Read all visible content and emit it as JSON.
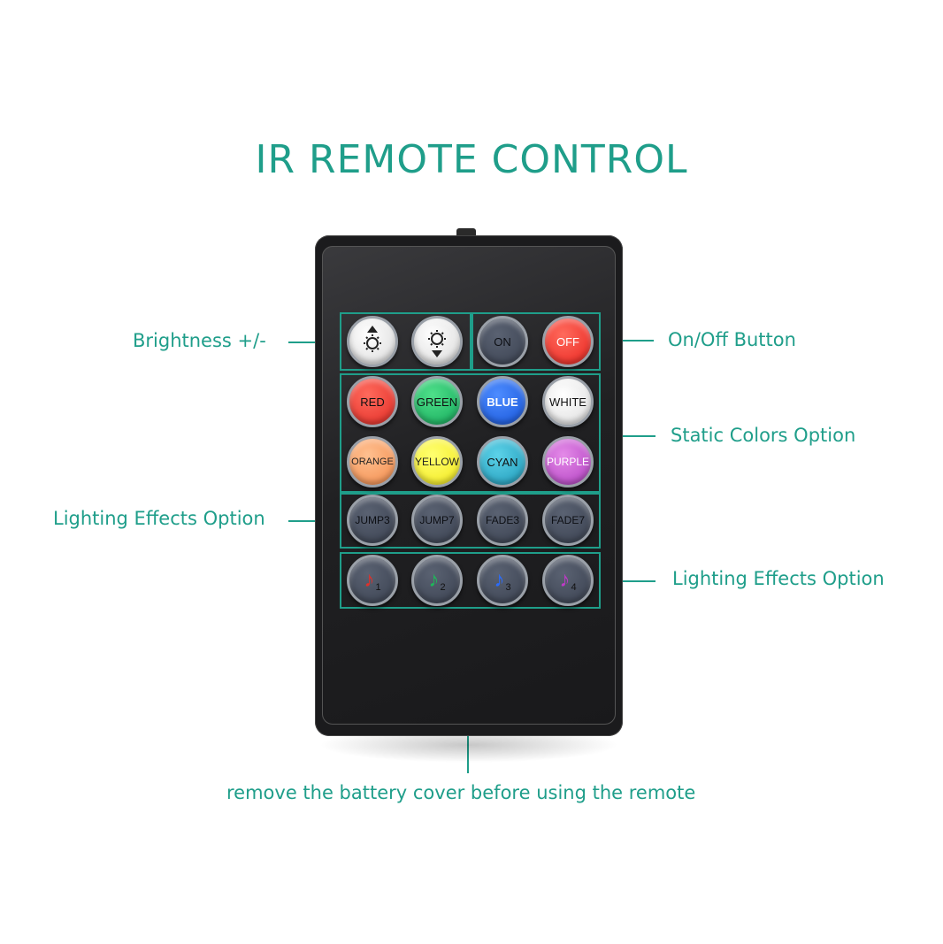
{
  "title": "IR  REMOTE CONTROL",
  "colors": {
    "accent": "#1f9e8a",
    "remote_body": "#1b1b1d",
    "gray_button": "#3f4654",
    "white_button": "#f4f4f4"
  },
  "labels": {
    "brightness": "Brightness +/-",
    "on_off": "On/Off Button",
    "static_colors": "Static Colors Option",
    "lighting_left": "Lighting Effects Option",
    "lighting_right": "Lighting Effects Option",
    "battery_note": "remove the battery cover before using the remote"
  },
  "buttons": {
    "brightness_up_icon": "brightness-up-icon",
    "brightness_down_icon": "brightness-down-icon",
    "on": "ON",
    "off": "OFF",
    "red": "RED",
    "green": "GREEN",
    "blue": "BLUE",
    "white": "WHITE",
    "orange": "ORANGE",
    "yellow": "YELLOW",
    "cyan": "CYAN",
    "purple": "PURPLE",
    "jump3": "JUMP3",
    "jump7": "JUMP7",
    "fade3": "FADE3",
    "fade7": "FADE7",
    "music1": "1",
    "music2": "2",
    "music3": "3",
    "music4": "4",
    "music_icon": "music-note-icon"
  }
}
